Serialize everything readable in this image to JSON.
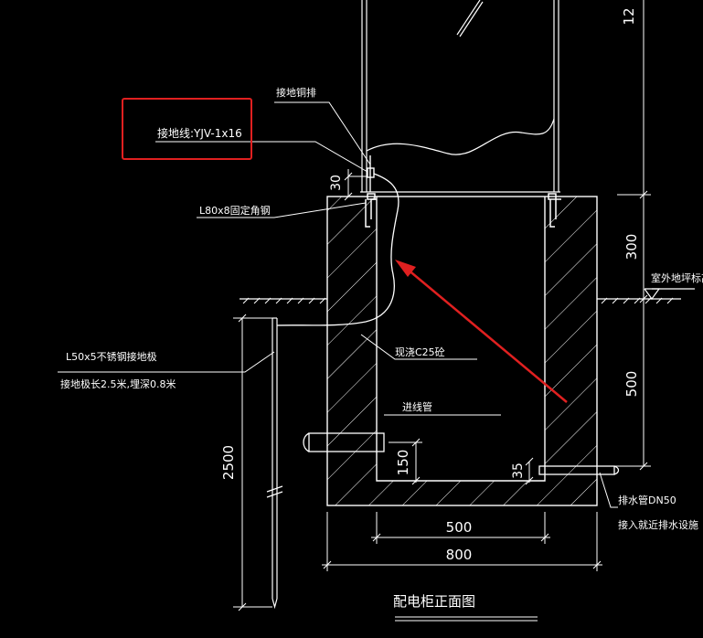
{
  "drawing": {
    "title": "配电柜正面图",
    "callout": "接地线:YJV-1x16",
    "labels": {
      "ground_copper_bar": "接地铜排",
      "angle_steel": "L80x8固定角钢",
      "concrete": "现浇C25砼",
      "incoming_pipe": "进线管",
      "ground_rod_1": "L50x5不锈钢接地极",
      "ground_rod_2": "接地极长2.5米,埋深0.8米",
      "floor_mark": "室外地坪标高",
      "drain_1": "排水管DN50",
      "drain_2": "接入就近排水设施"
    },
    "dims": {
      "d_top": "12",
      "d30": "30",
      "d300": "300",
      "d500v": "500",
      "d150": "150",
      "d35": "35",
      "d2500": "2500",
      "d500h": "500",
      "d800": "800"
    },
    "colors": {
      "background": "#000000",
      "lines": "#ffffff",
      "callout_box": "#e02020",
      "arrow": "#e02020"
    }
  }
}
